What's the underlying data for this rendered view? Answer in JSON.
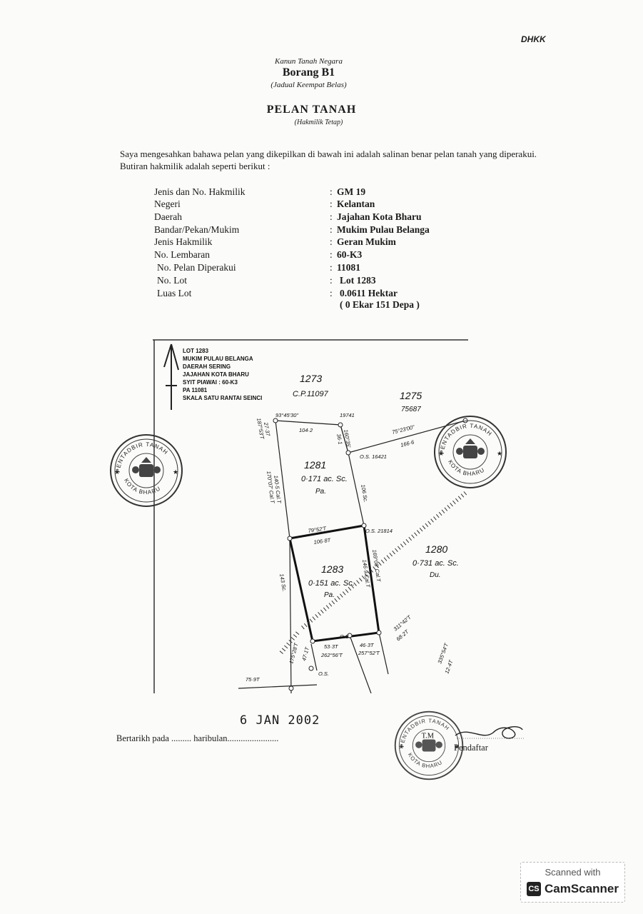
{
  "doc_code": "DHKK",
  "header": {
    "kanun": "Kanun Tanah Negara",
    "borang": "Borang B1",
    "jadual": "(Jadual Keempat Belas)",
    "title": "PELAN TANAH",
    "hakmilik": "(Hakmilik Tetap)"
  },
  "intro": [
    "Saya mengesahkan bahawa pelan yang dikepilkan di bawah ini adalah salinan benar pelan tanah yang diperakui.",
    "Butiran hakmilik adalah seperti berikut :"
  ],
  "details": [
    {
      "label": "Jenis dan No. Hakmilik",
      "value": "GM 19"
    },
    {
      "label": "Negeri",
      "value": "Kelantan"
    },
    {
      "label": "Daerah",
      "value": "Jajahan Kota Bharu"
    },
    {
      "label": "Bandar/Pekan/Mukim",
      "value": "Mukim Pulau Belanga"
    },
    {
      "label": "Jenis Hakmilik",
      "value": "Geran Mukim"
    },
    {
      "label": "No. Lembaran",
      "value": "60-K3"
    },
    {
      "label": "No. Pelan Diperakui",
      "value": "11081"
    },
    {
      "label": "No. Lot",
      "value": "Lot 1283"
    },
    {
      "label": "Luas Lot",
      "value": "0.0611 Hektar"
    }
  ],
  "luas_extra": "( 0 Ekar 151 Depa )",
  "plan": {
    "legend": [
      "LOT 1283",
      "MUKIM PULAU BELANGA",
      "DAERAH SERING",
      "JAJAHAN KOTA BHARU",
      "SYIT PIAWAI : 60-K3",
      "PA 11081",
      "SKALA SATU RANTAI SEINCI"
    ],
    "lot_1273": "1273",
    "cp_1273": "C.P.11097",
    "lot_1275": "1275",
    "ref_1275": "75687",
    "lot_1281": "1281",
    "area_1281": "0·171 ac. Sc.",
    "tag_1281": "Pa.",
    "lot_1280": "1280",
    "area_1280": "0·731 ac. Sc.",
    "tag_1280": "Du.",
    "lot_1283": "1283",
    "area_1283": "0·151 ac. Sc.",
    "tag_1283": "Pa.",
    "b_top_bearing": "93°45'30\"",
    "b_top_dist": "104·2",
    "b_top_ref": "19741",
    "b_right_bearing": "75°23'00\"",
    "b_right_dist": "166·6",
    "os_16421": "O.S. 16421",
    "os_21814": "O.S. 21814",
    "b_mid_bearing": "79°52'T",
    "b_mid_dist": "106·8T",
    "left_1281": "170°07' Cal.T",
    "left_1281_dist": "140·5 Cal.T",
    "left_top": "187°53'T",
    "left_top_dist": "27·37",
    "r_1281": "106 Sc.",
    "r_1281b": "160°35'",
    "r_1281c": "36·1",
    "left_1283": "143 Sc.",
    "r_1283": "169°08' Cal.T",
    "r_1283_dist": "146·9 Cal.T",
    "b_bot_dist1": "53·3T",
    "b_bot_bearing1": "262°56'T",
    "b_bot_dist2": "46·3T",
    "b_bot_bearing2": "257°52'T",
    "os_bottom": "O.S.",
    "os_bottom2": "O.S.",
    "br_bearing": "311°42'T",
    "br_dist": "68·2T",
    "br_bearing2": "335°54'T",
    "br_dist2": "12·4T",
    "bl_bearing": "175°28'T",
    "bl_dist": "47·1T",
    "bl_bottom": "75·9T"
  },
  "stamps": {
    "top_text": "PENTADBIR TANAH",
    "bottom_text": "KOTA BHARU"
  },
  "date_stamp": "6 JAN 2002",
  "bertarikh": "Bertarikh pada ......... haribulan.......................",
  "pendaftar": "Pendaftar",
  "signature_initials": "T.M",
  "camscanner": {
    "scanned_with": "Scanned with",
    "cs_logo": "CS",
    "brand": "CamScanner"
  }
}
